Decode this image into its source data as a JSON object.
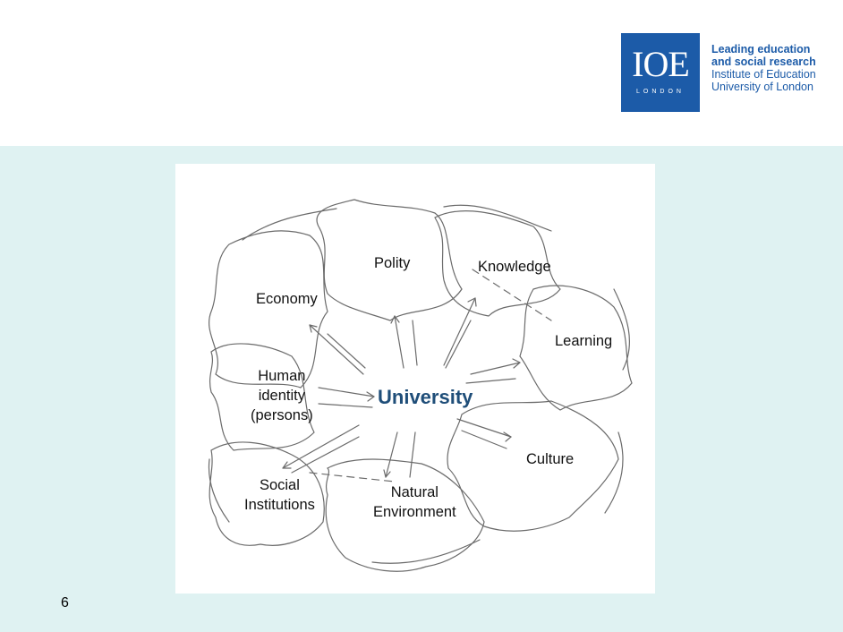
{
  "logo": {
    "mark": "IOE",
    "sub": "LONDON",
    "tagline_line1": "Leading education",
    "tagline_line2": "and social research",
    "tagline_line3": "Institute of Education",
    "tagline_line4": "University of London"
  },
  "diagram": {
    "center": "University",
    "labels": {
      "polity": "Polity",
      "knowledge": "Knowledge",
      "economy": "Economy",
      "learning": "Learning",
      "human_1": "Human",
      "human_2": "identity",
      "human_3": "(persons)",
      "culture": "Culture",
      "social_1": "Social",
      "social_2": "Institutions",
      "natural_1": "Natural",
      "natural_2": "Environment"
    }
  },
  "page_number": "6",
  "colors": {
    "band": "#dff2f2",
    "brand": "#1c5ba8",
    "center_text": "#1f4e79"
  }
}
